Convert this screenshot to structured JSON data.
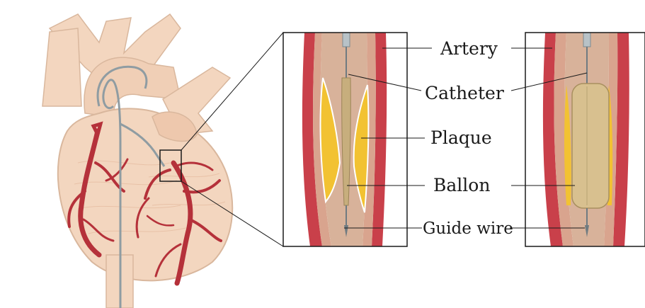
{
  "labels": {
    "artery": "Artery",
    "catheter": "Catheter",
    "plaque": "Plaque",
    "balloon": "Ballon",
    "guide_wire": "Guide wire"
  },
  "colors": {
    "heart_fill": "#f3d6bf",
    "heart_shade": "#e8bfa3",
    "vessel": "#b5313a",
    "vessel_dark": "#8a1f28",
    "artery_wall": "#c9404a",
    "artery_inner": "#d9a48e",
    "lumen": "#d8b29a",
    "plaque": "#f2c232",
    "balloon": "#d8c08f",
    "catheter": "#9aa7ad",
    "frame": "#1a1a1a"
  }
}
